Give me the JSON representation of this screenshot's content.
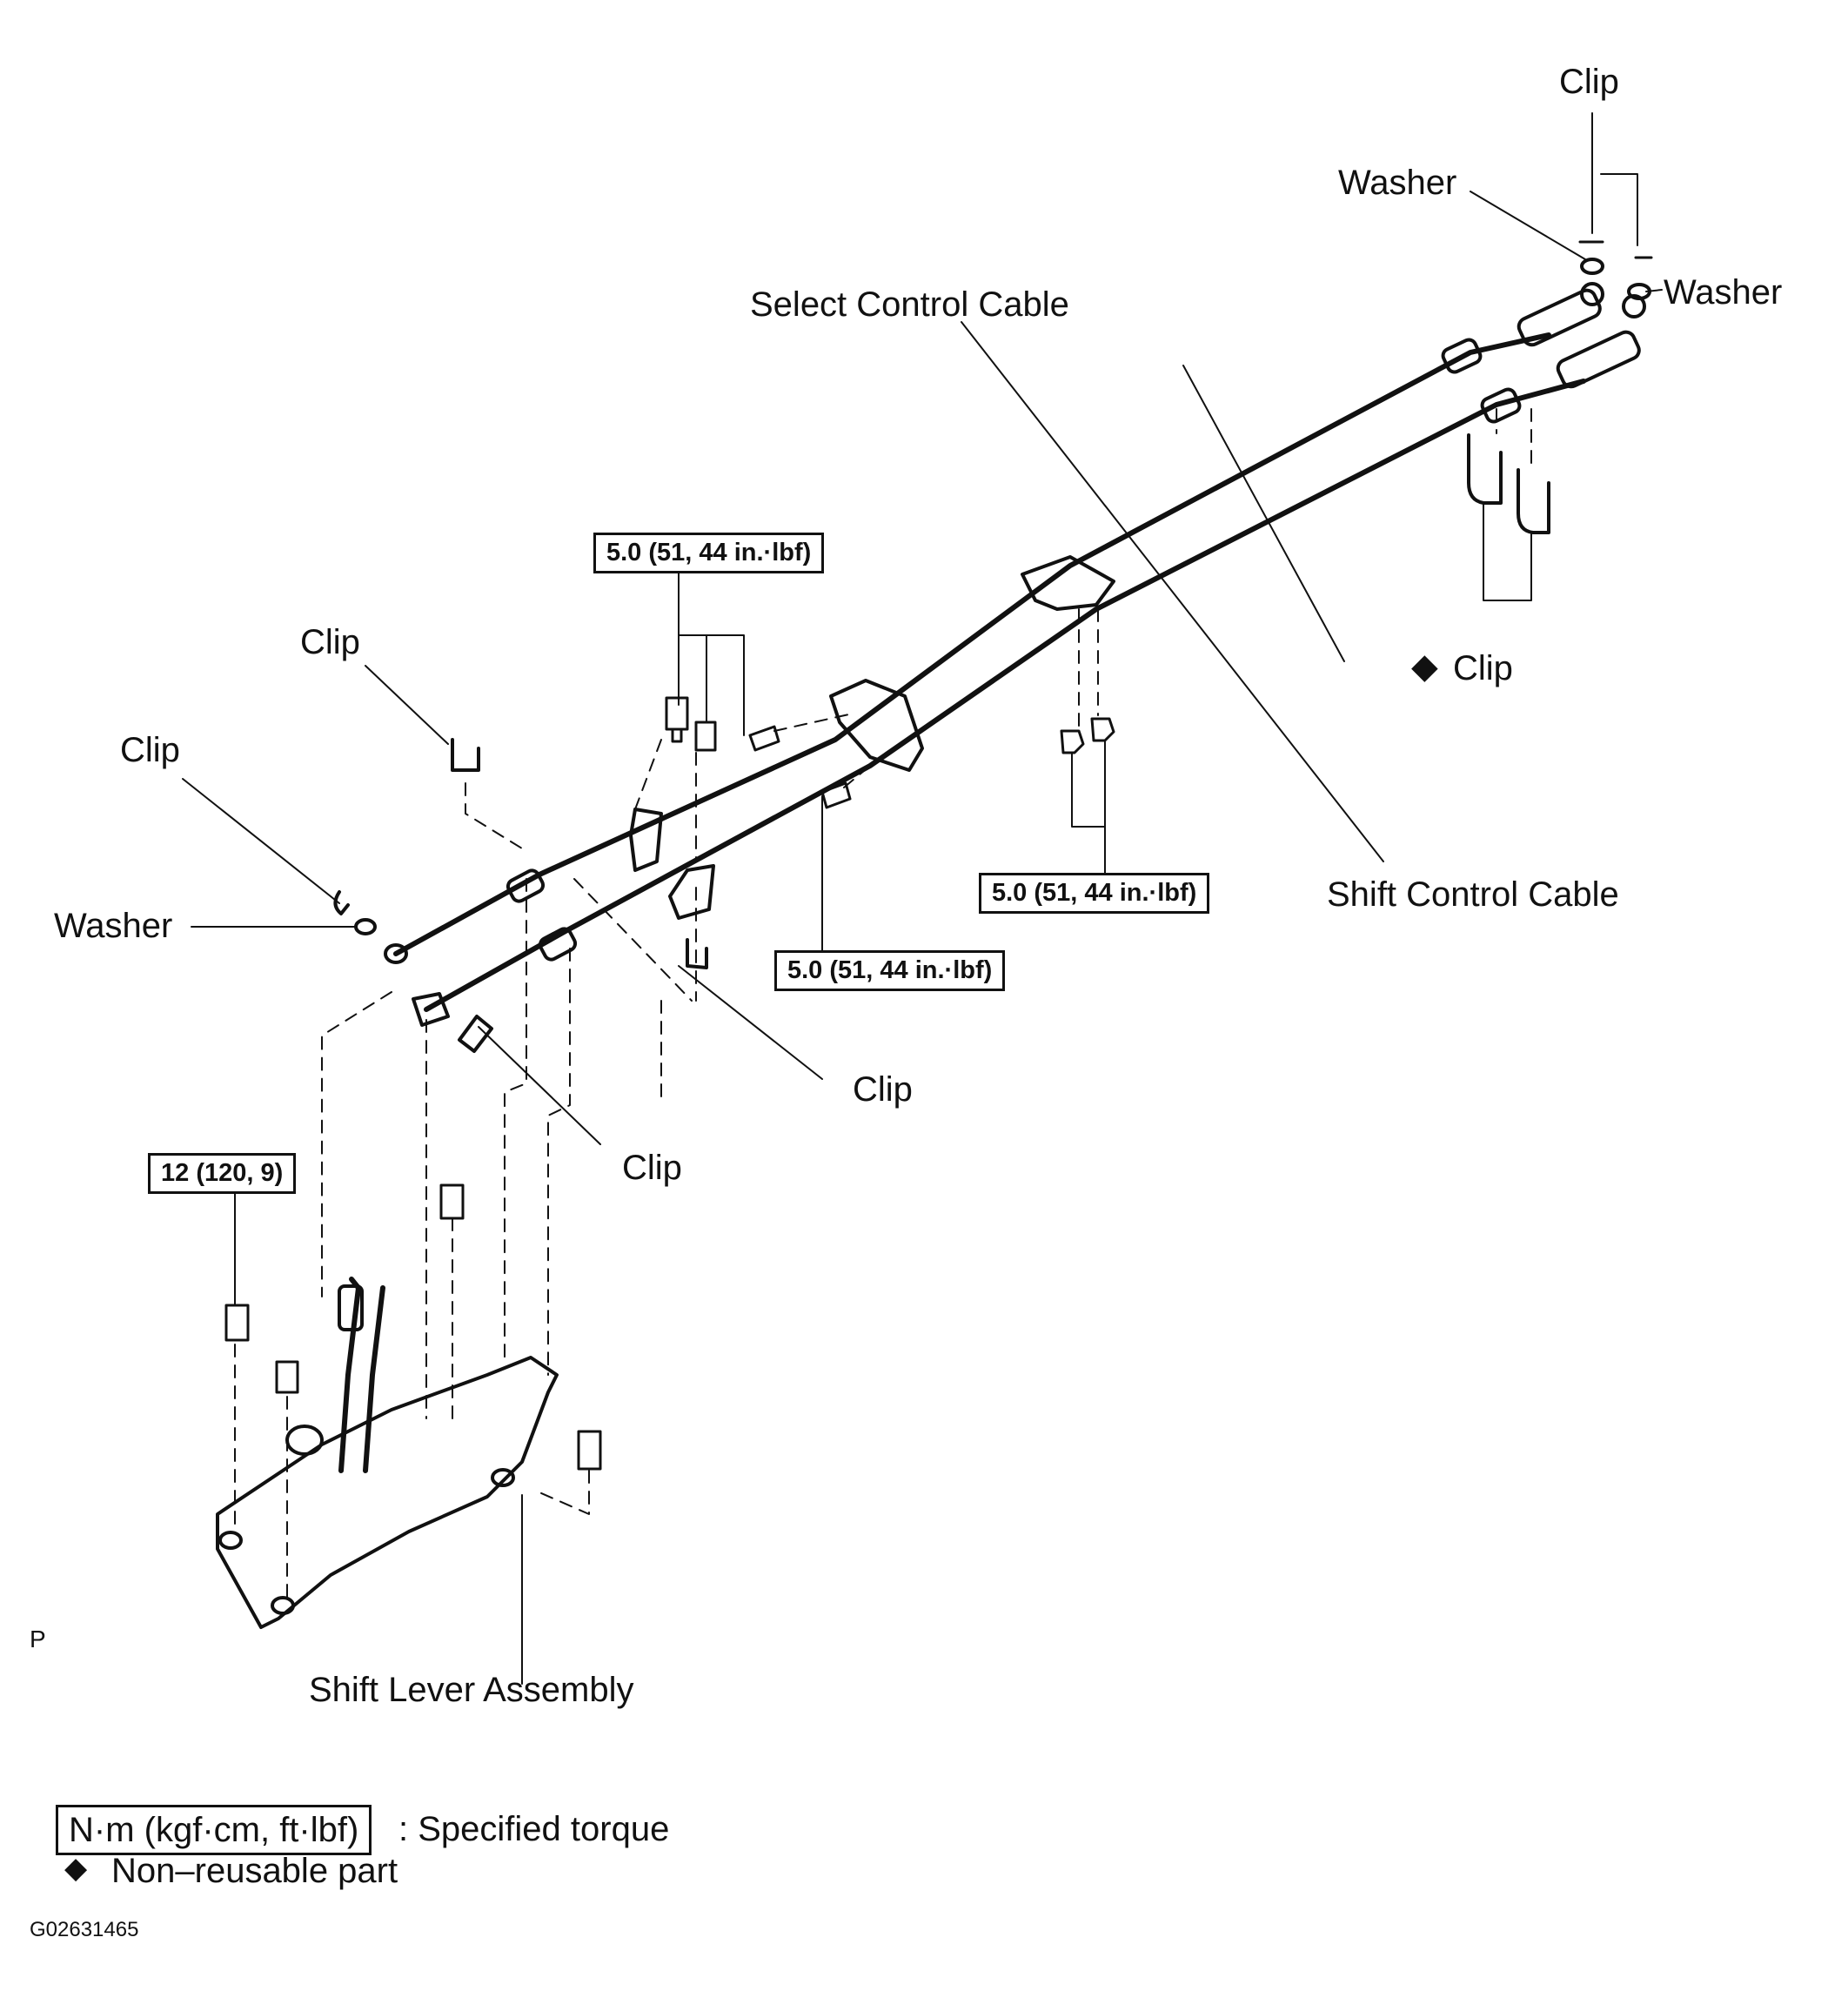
{
  "labels": {
    "clip_top_right": "Clip",
    "washer_top_left": "Washer",
    "washer_top_right": "Washer",
    "select_control_cable": "Select Control Cable",
    "clip_right_middle": "Clip",
    "clip_left_upper": "Clip",
    "clip_left_lower": "Clip",
    "washer_left": "Washer",
    "shift_control_cable": "Shift Control Cable",
    "clip_center": "Clip",
    "clip_lower": "Clip",
    "shift_lever_assembly": "Shift Lever Assembly",
    "marker_p": "P"
  },
  "torque": {
    "bracket_left": "5.0 (51, 44 in.·lbf)",
    "bracket_right": "5.0 (51, 44 in.·lbf)",
    "bracket_center": "5.0 (51, 44 in.·lbf)",
    "lever_bolt": "12 (120, 9)"
  },
  "legend": {
    "torque_units": "N·m (kgf·cm, ft·lbf)",
    "torque_desc": ": Specified torque",
    "nonreusable_symbol": "◆",
    "nonreusable_desc": "Non–reusable part"
  },
  "figure_code": "G02631465"
}
